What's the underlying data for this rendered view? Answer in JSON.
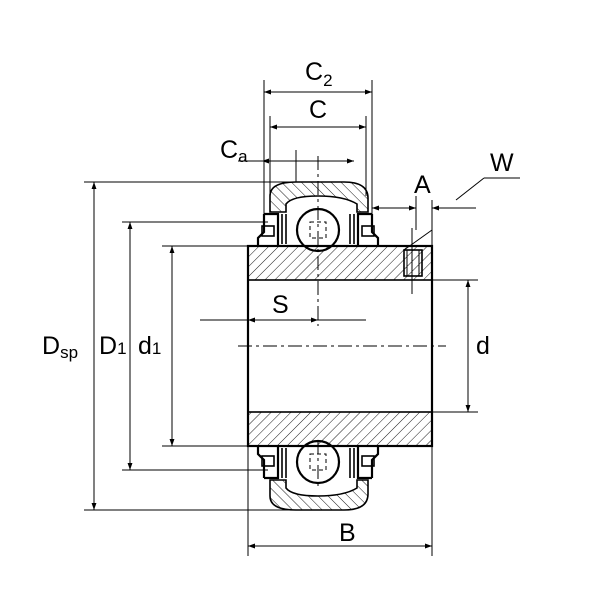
{
  "labels": {
    "C2": {
      "main": "C",
      "sub": "2"
    },
    "C": "C",
    "Ca": {
      "main": "C",
      "sub": "a"
    },
    "W": "W",
    "A": "A",
    "Dsp": {
      "main": "D",
      "sub": "sp"
    },
    "D1": {
      "main": "D",
      "sub": "1"
    },
    "d1": {
      "main": "d",
      "sub": "1"
    },
    "S": "S",
    "d": "d",
    "B": "B"
  }
}
